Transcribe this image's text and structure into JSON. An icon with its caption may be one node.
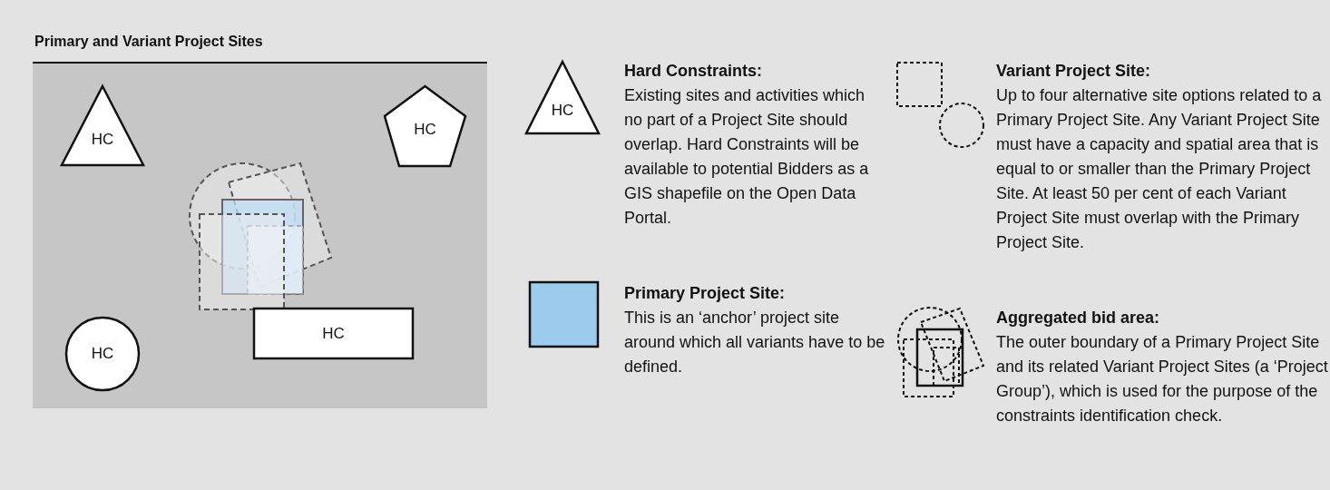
{
  "diagram": {
    "title": "Primary and Variant Project Sites",
    "nodes": [
      {
        "text": [],
        "shape": "box"
      },
      {
        "text": [
          "HC"
        ],
        "in": 0
      },
      {
        "text": [
          "HC"
        ],
        "in": 0
      },
      {
        "text": [],
        "shape": "circle",
        "in": 0
      },
      {
        "text": [],
        "shape": "box",
        "in": 0
      },
      {
        "text": [],
        "shape": "box",
        "in": 0
      },
      {
        "text": [],
        "shape": "box",
        "in": 0
      },
      {
        "text": [],
        "shape": "box",
        "in": 5
      },
      {
        "text": [
          "HC"
        ],
        "in": 0
      },
      {
        "text": [
          "HC"
        ],
        "in": 0
      },
      {
        "text": [
          "HC"
        ]
      }
    ],
    "edges": [],
    "labels": [
      "Hard Constraints:",
      "Existing sites and activities which no part of a Project Site should overlap. Hard Constraints will be available to potential Bidders as a GIS shapefile on the Open Data Portal.",
      "Variant Project Site:",
      "Up to four alternative site options related to a Primary Project Site. Any Variant Project Site must have a capacity and spatial area that is equal to or smaller than the Primary Project Site. At least 50 per cent of each Variant Project Site must overlap with the Primary Project Site.",
      "Primary Project Site:",
      "This is an ‘anchor’ project site around which all variants have to be defined.",
      "Aggregated bid area:",
      "The outer boundary of a Primary Project Site and its related Variant Project Sites (a ‘Project Group’), which is used for the purpose of the constraints identification check."
    ]
  }
}
